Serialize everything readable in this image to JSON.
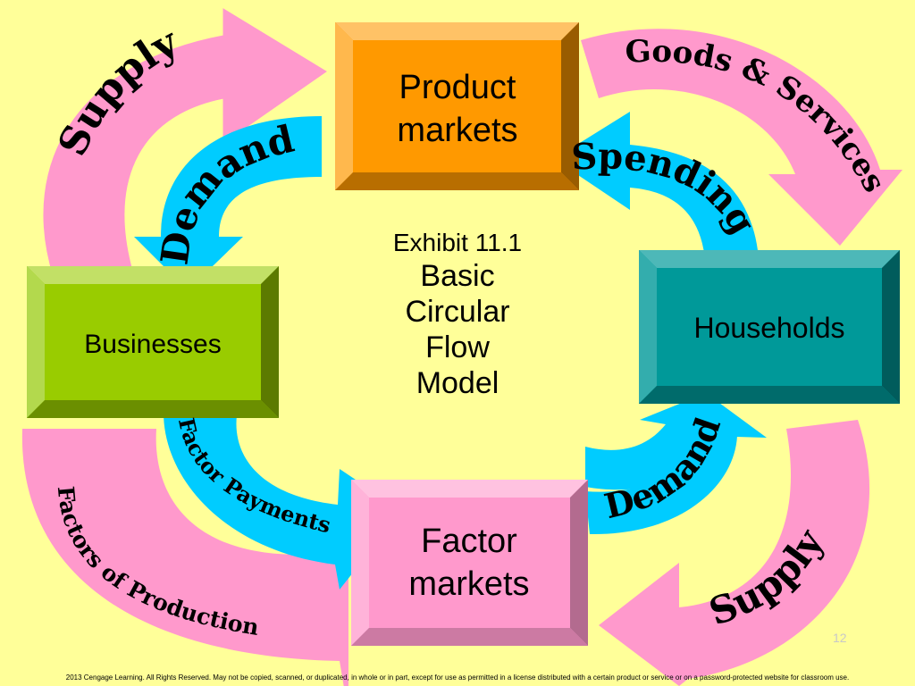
{
  "boxes": {
    "product": {
      "line1": "Product",
      "line2": "markets",
      "color": "#ff9900"
    },
    "households": {
      "label": "Households",
      "color": "#009999"
    },
    "factor": {
      "line1": "Factor",
      "line2": "markets",
      "color": "#ff99cc"
    },
    "businesses": {
      "label": "Businesses",
      "color": "#99cc00"
    }
  },
  "arrows": {
    "supply_top": "Supply",
    "goods_services": "Goods & Services",
    "demand_left": "Demand",
    "spending": "Spending",
    "factor_payments": "Factor Payments",
    "demand_right": "Demand",
    "factors_of_production": "Factors of Production",
    "supply_bottom": "Supply"
  },
  "center": {
    "exhibit": "Exhibit 11.1",
    "title_lines": [
      "Basic",
      "Circular",
      "Flow",
      "Model"
    ]
  },
  "colors": {
    "background": "#ffff99",
    "pink_arrow": "#ff99cc",
    "cyan_arrow": "#00ccff"
  },
  "slide_number": "12",
  "footer": "2013 Cengage Learning. All Rights Reserved. May not be copied, scanned, or duplicated, in whole or in part, except for use as permitted in a license distributed with a certain product or service or on a password-protected website for classroom use."
}
